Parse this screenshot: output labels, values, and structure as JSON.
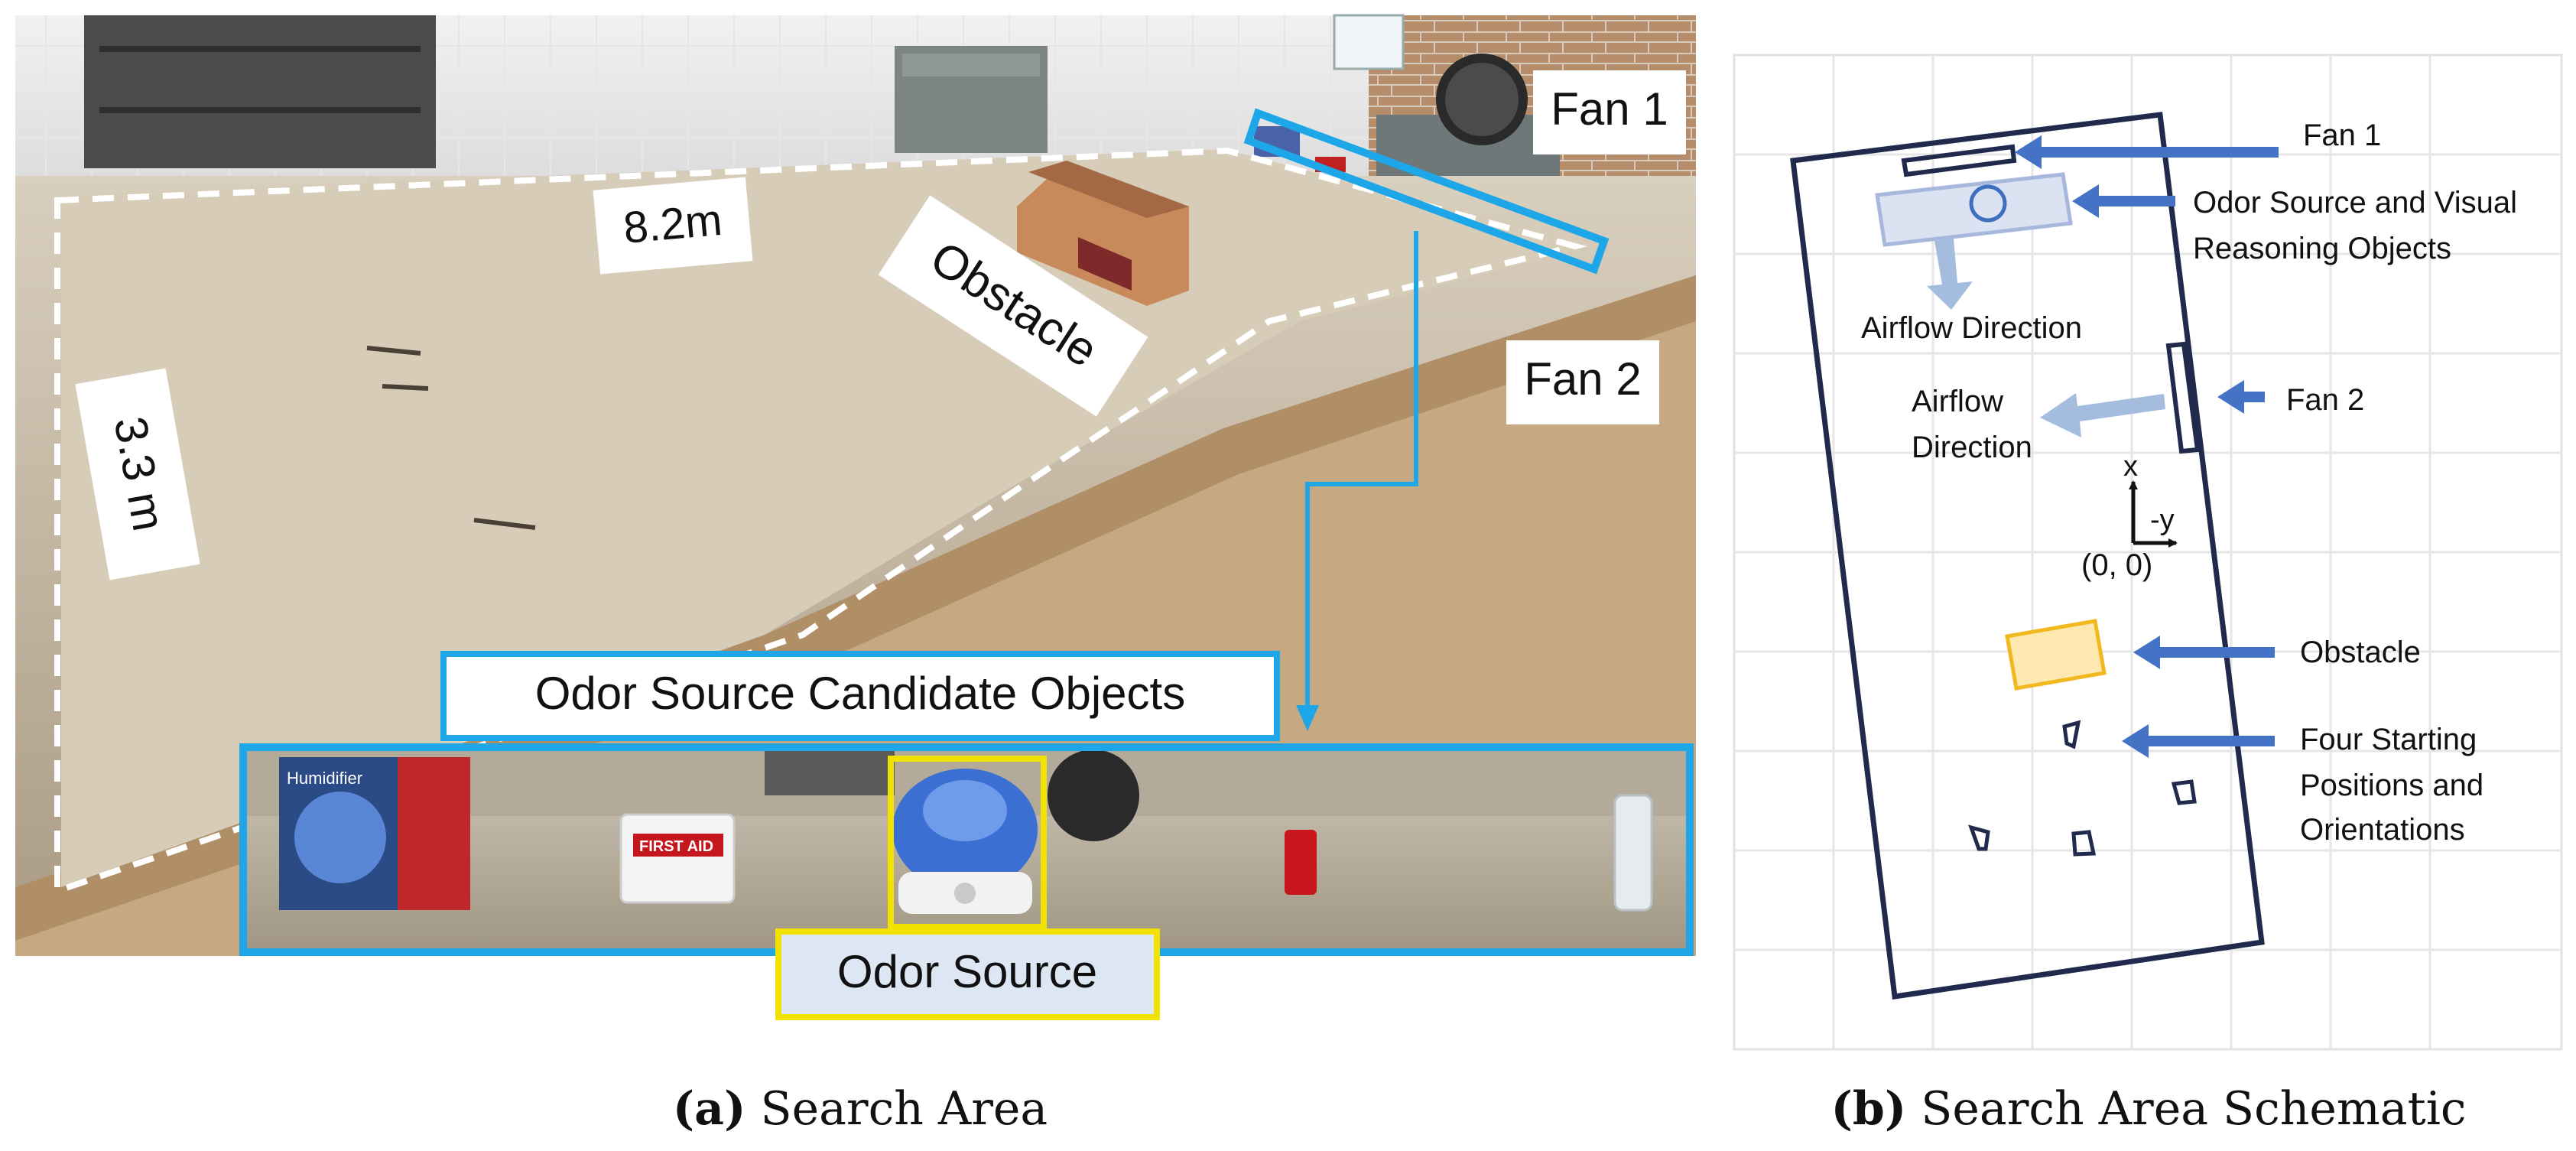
{
  "panel_a": {
    "labels": {
      "fan1": "Fan 1",
      "fan2": "Fan 2",
      "length": "8.2m",
      "width": "3.3 m",
      "obstacle": "Obstacle",
      "candidates": "Odor Source Candidate Objects",
      "odor_source": "Odor Source"
    },
    "objects": {
      "box_text": "Humidifier",
      "firstaid_text": "FIRST AID"
    },
    "caption_letter": "(a)",
    "caption_text": " Search Area"
  },
  "panel_b": {
    "labels": {
      "fan1": "Fan 1",
      "odor_line1": "Odor Source and Visual",
      "odor_line2": "Reasoning Objects",
      "airflow1": "Airflow Direction",
      "airflow2_line1": "Airflow",
      "airflow2_line2": "Direction",
      "fan2": "Fan 2",
      "axis_x": "x",
      "axis_y": "-y",
      "origin": "(0, 0)",
      "obstacle": "Obstacle",
      "start_line1": "Four Starting",
      "start_line2": "Positions and",
      "start_line3": "Orientations"
    },
    "caption_letter": "(b)",
    "caption_text": " Search Area Schematic"
  },
  "colors": {
    "highlight_blue": "#1ea7e8",
    "highlight_yellow": "#f2e200",
    "arrow_blue": "#4472c4",
    "navy": "#1f2a4d",
    "obstacle_fill": "#fde9b0",
    "obstacle_stroke": "#f2b820"
  }
}
